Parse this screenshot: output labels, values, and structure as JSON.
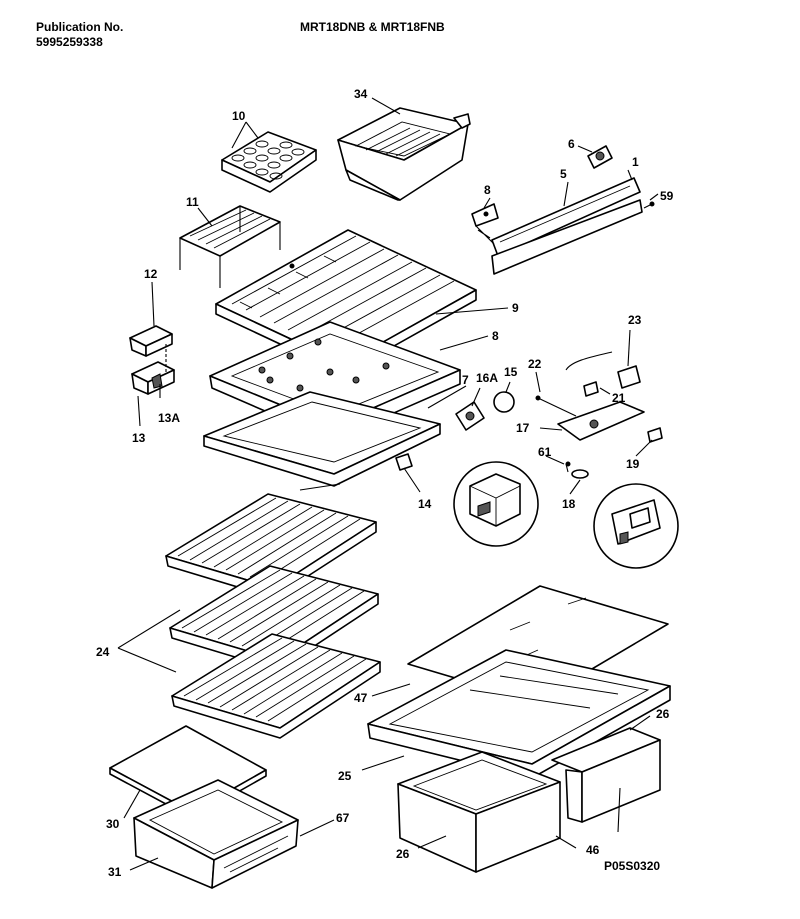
{
  "header": {
    "publication_label": "Publication No.",
    "publication_number": "5995259338",
    "model_title": "MRT18DNB & MRT18FNB"
  },
  "figure_code": "P05S0320",
  "callouts": {
    "c1": "1",
    "c5": "5",
    "c6": "6",
    "c8a": "8",
    "c59": "59",
    "c9": "9",
    "c8b": "8",
    "c7": "7",
    "c10": "10",
    "c11": "11",
    "c12": "12",
    "c13": "13",
    "c13A": "13A",
    "c14": "14",
    "c15": "15",
    "c16A": "16A",
    "c17": "17",
    "c18": "18",
    "c19": "19",
    "c21": "21",
    "c22": "22",
    "c23": "23",
    "c24": "24",
    "c25": "25",
    "c26a": "26",
    "c26b": "26",
    "c30": "30",
    "c31": "31",
    "c34": "34",
    "c46": "46",
    "c47": "47",
    "c61": "61",
    "c67": "67"
  }
}
